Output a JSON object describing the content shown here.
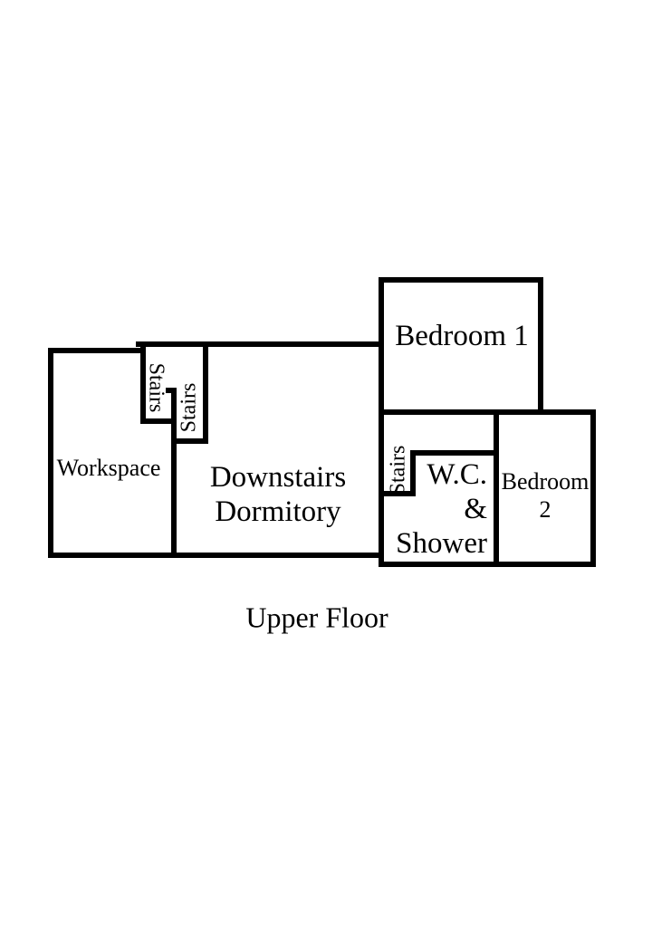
{
  "title": "Upper Floor",
  "colors": {
    "wall": "#000000",
    "background": "#ffffff",
    "text": "#000000"
  },
  "rooms": {
    "workspace": {
      "label": "Workspace"
    },
    "dormitory": {
      "line1": "Downstairs",
      "line2": "Dormitory"
    },
    "bedroom1": {
      "label": "Bedroom 1"
    },
    "wc": {
      "line1": "W.C.",
      "line2": "&",
      "line3": "Shower"
    },
    "bedroom2": {
      "line1": "Bedroom",
      "line2": "2"
    }
  },
  "stairs": {
    "flight1": "Stairs",
    "flight2": "Stairs",
    "flight3": "Stairs"
  }
}
